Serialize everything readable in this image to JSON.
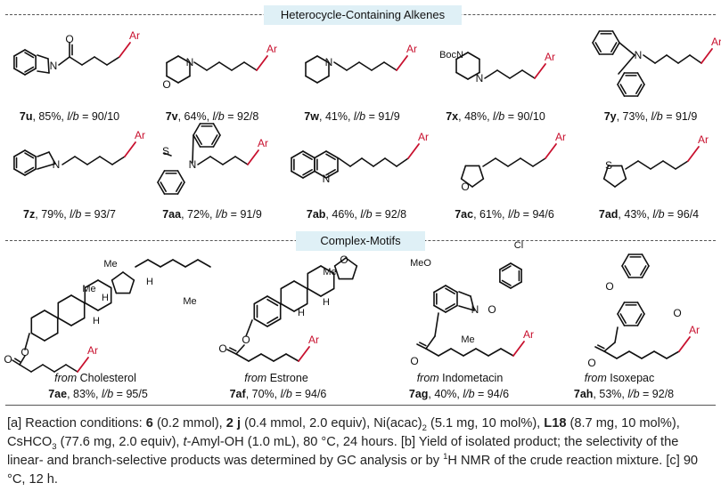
{
  "sections": {
    "heterocycle": "Heterocycle-Containing Alkenes",
    "complex": "Complex-Motifs"
  },
  "atoms": {
    "ar": "Ar",
    "n": "N",
    "o": "O",
    "s": "S",
    "boc": "BocN",
    "h": "H",
    "me": "Me",
    "meo": "MeO",
    "cl": "Cl"
  },
  "compounds": [
    {
      "id": "7u",
      "rest": ", 85%, ",
      "lb": "l/b",
      "ratio": " = 90/10"
    },
    {
      "id": "7v",
      "rest": ", 64%, ",
      "lb": "l/b",
      "ratio": " = 92/8"
    },
    {
      "id": "7w",
      "rest": ", 41%, ",
      "lb": "l/b",
      "ratio": " = 91/9"
    },
    {
      "id": "7x",
      "rest": ", 48%, ",
      "lb": "l/b",
      "ratio": " = 90/10"
    },
    {
      "id": "7y",
      "rest": ", 73%, ",
      "lb": "l/b",
      "ratio": " = 91/9"
    },
    {
      "id": "7z",
      "rest": ", 79%, ",
      "lb": "l/b",
      "ratio": " = 93/7"
    },
    {
      "id": "7aa",
      "rest": ", 72%, ",
      "lb": "l/b",
      "ratio": " = 91/9"
    },
    {
      "id": "7ab",
      "rest": ", 46%, ",
      "lb": "l/b",
      "ratio": " = 92/8"
    },
    {
      "id": "7ac",
      "rest": ", 61%, ",
      "lb": "l/b",
      "ratio": " = 94/6"
    },
    {
      "id": "7ad",
      "rest": ", 43%, ",
      "lb": "l/b",
      "ratio": " = 96/4"
    },
    {
      "id": "7ae",
      "rest": ", 83%, ",
      "lb": "l/b",
      "ratio": " = 95/5"
    },
    {
      "id": "7af",
      "rest": ", 70%, ",
      "lb": "l/b",
      "ratio": " = 94/6"
    },
    {
      "id": "7ag",
      "rest": ", 40%, ",
      "lb": "l/b",
      "ratio": " = 94/6"
    },
    {
      "id": "7ah",
      "rest": ", 53%, ",
      "lb": "l/b",
      "ratio": " = 92/8"
    }
  ],
  "sources": [
    {
      "from": "from",
      "name": " Cholesterol"
    },
    {
      "from": "from",
      "name": " Estrone"
    },
    {
      "from": "from",
      "name": "  Indometacin"
    },
    {
      "from": "from",
      "name": "  Isoxepac"
    }
  ],
  "footnote": {
    "p1": "[a] Reaction conditions: ",
    "b6": "6",
    "p2": " (0.2 mmol), ",
    "b2j": "2 j",
    "p3": " (0.4 mmol, 2.0 equiv), Ni(acac)",
    "sub2a": "2",
    "p4": " (5.1 mg, 10 mol%), ",
    "bL18": "L18",
    "p5": " (8.7 mg, 10 mol%), CsHCO",
    "sub3": "3",
    "p6": " (77.6 mg, 2.0 equiv), ",
    "iamyl": "t",
    "p7": "-Amyl-OH (1.0 mL), 80 °C, 24 hours. [b] Yield of isolated product; the selectivity of the linear- and branch-selective products was determined by GC analysis or by ",
    "sup1": "1",
    "p8": "H NMR of the crude reaction mixture. [c] 90 °C, 12 h."
  },
  "colors": {
    "ar": "#c8102e",
    "banner": "#dff0f6",
    "bond": "#111111"
  }
}
